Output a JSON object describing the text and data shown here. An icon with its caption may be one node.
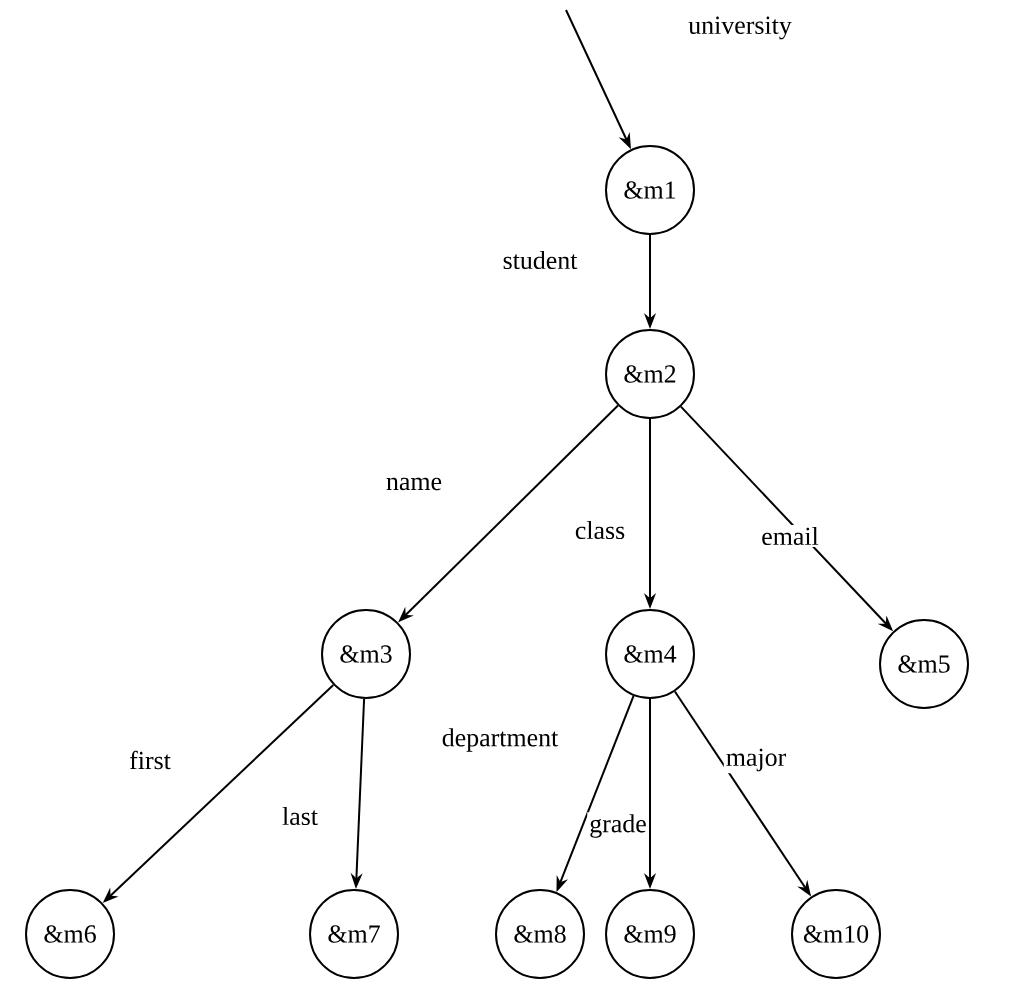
{
  "diagram": {
    "nodes": [
      {
        "text": [
          "&m1"
        ]
      },
      {
        "text": [
          "&m2"
        ]
      },
      {
        "text": [
          "&m3"
        ]
      },
      {
        "text": [
          "&m4"
        ]
      },
      {
        "text": [
          "&m5"
        ]
      },
      {
        "text": [
          "&m6"
        ]
      },
      {
        "text": [
          "&m7"
        ]
      },
      {
        "text": [
          "&m8"
        ]
      },
      {
        "text": [
          "&m9"
        ]
      },
      {
        "text": [
          "&m10"
        ]
      }
    ],
    "edges": [
      {
        "from": null,
        "to": 0,
        "arrow": "to",
        "label": "university"
      },
      {
        "from": 0,
        "to": 1,
        "arrow": "to",
        "label": "student"
      },
      {
        "from": 1,
        "to": 2,
        "arrow": "to",
        "label": "name"
      },
      {
        "from": 1,
        "to": 3,
        "arrow": "to",
        "label": "class"
      },
      {
        "from": 1,
        "to": 4,
        "arrow": "to",
        "label": "email"
      },
      {
        "from": 2,
        "to": 5,
        "arrow": "to",
        "label": "first"
      },
      {
        "from": 2,
        "to": 6,
        "arrow": "to",
        "label": "last"
      },
      {
        "from": 3,
        "to": 7,
        "arrow": "to",
        "label": "department"
      },
      {
        "from": 3,
        "to": 8,
        "arrow": "to",
        "label": "grade"
      },
      {
        "from": 3,
        "to": 9,
        "arrow": "to",
        "label": "major"
      }
    ]
  }
}
